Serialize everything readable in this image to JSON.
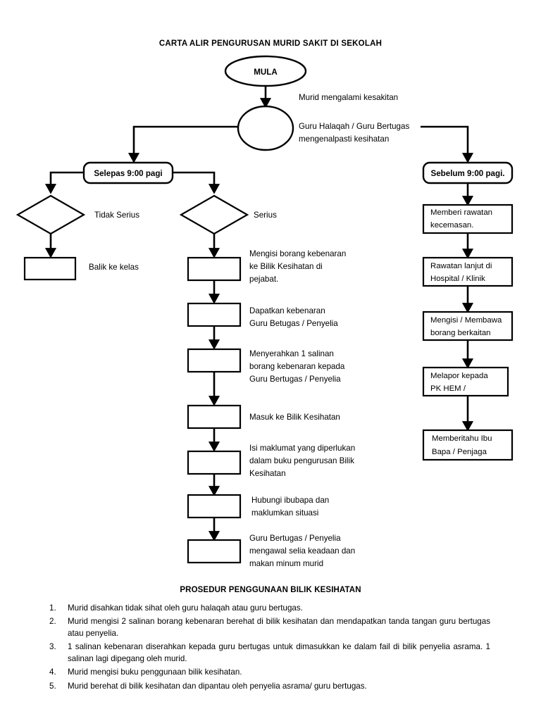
{
  "document": {
    "title": "CARTA ALIR PENGURUSAN MURID SAKIT DI SEKOLAH"
  },
  "flowchart": {
    "start": {
      "label": "MULA",
      "shape": "oval"
    },
    "process_circle": {
      "label": "",
      "shape": "circle"
    },
    "side_notes": [
      {
        "id": "note-sakit",
        "text": "Murid mengalami kesakitan"
      },
      {
        "id": "note-guru-1",
        "text": "Guru Halaqah / Guru Bertugas"
      },
      {
        "id": "note-guru-2",
        "text": "mengenalpasti kesihatan"
      }
    ],
    "branches": {
      "left": {
        "label": "Selepas 9:00 pagi",
        "shape": "rounded-rect"
      },
      "right": {
        "label": "Sebelum 9:00 pagi.",
        "shape": "rounded-rect"
      }
    },
    "decisions": [
      {
        "id": "decision-tidak-serius",
        "label": "",
        "side_label": "Tidak Serius",
        "shape": "diamond"
      },
      {
        "id": "decision-serius",
        "label": "",
        "side_label": "Serius",
        "shape": "diamond"
      }
    ],
    "left_column": [
      {
        "id": "box-balik-kelas",
        "label": "",
        "side_label_lines": [
          "Balik ke kelas"
        ],
        "shape": "rect"
      }
    ],
    "center_column": [
      {
        "id": "box-mengisi-borang",
        "label": "",
        "side_label_lines": [
          "Mengisi borang kebenaran",
          "ke Bilik Kesihatan di",
          "pejabat."
        ],
        "shape": "rect"
      },
      {
        "id": "box-dapatkan-kebenaran",
        "label": "",
        "side_label_lines": [
          "Dapatkan kebenaran",
          "Guru Betugas / Penyelia"
        ],
        "shape": "rect"
      },
      {
        "id": "box-menyerahkan-salinan",
        "label": "",
        "side_label_lines": [
          "Menyerahkan 1 salinan",
          "borang kebenaran kepada",
          "Guru Bertugas / Penyelia"
        ],
        "shape": "rect"
      },
      {
        "id": "box-masuk-bilik",
        "label": "",
        "side_label_lines": [
          "Masuk ke Bilik Kesihatan"
        ],
        "shape": "rect"
      },
      {
        "id": "box-isi-maklumat",
        "label": "",
        "side_label_lines": [
          "Isi maklumat yang diperlukan",
          "dalam buku pengurusan Bilik",
          "Kesihatan"
        ],
        "shape": "rect"
      },
      {
        "id": "box-hubungi-ibubapa",
        "label": "",
        "side_label_lines": [
          "Hubungi ibubapa dan",
          "maklumkan situasi"
        ],
        "shape": "rect"
      },
      {
        "id": "box-mengawal-selia",
        "label": "",
        "side_label_lines": [
          "Guru Bertugas / Penyelia",
          "mengawal selia keadaan dan",
          "makan minum murid"
        ],
        "shape": "rect"
      }
    ],
    "right_column": [
      {
        "id": "box-memberi-rawatan",
        "lines": [
          "Memberi rawatan",
          "kecemasan."
        ],
        "shape": "rect"
      },
      {
        "id": "box-rawatan-lanjut",
        "lines": [
          "Rawatan lanjut di",
          "Hospital / Klinik"
        ],
        "shape": "rect"
      },
      {
        "id": "box-mengisi-membawa",
        "lines": [
          "Mengisi / Membawa",
          "borang berkaitan"
        ],
        "shape": "rect"
      },
      {
        "id": "box-melapor-pk-hem",
        "lines": [
          "Melapor kepada",
          "PK HEM /"
        ],
        "shape": "rect"
      },
      {
        "id": "box-memberitahu-ibu-bapa",
        "lines": [
          "Memberitahu Ibu",
          "Bapa / Penjaga"
        ],
        "shape": "rect"
      }
    ]
  },
  "procedure": {
    "heading": "PROSEDUR PENGGUNAAN BILIK KESIHATAN",
    "items": [
      {
        "number": "1.",
        "text": "Murid disahkan tidak sihat oleh guru halaqah atau guru bertugas."
      },
      {
        "number": "2.",
        "text": "Murid mengisi 2 salinan borang kebenaran berehat di bilik kesihatan dan mendapatkan tanda tangan guru bertugas atau penyelia."
      },
      {
        "number": "3.",
        "text": "1 salinan kebenaran diserahkan kepada guru bertugas untuk dimasukkan ke dalam fail di bilik penyelia asrama. 1 salinan lagi dipegang oleh murid."
      },
      {
        "number": "4.",
        "text": "Murid mengisi buku penggunaan bilik kesihatan."
      },
      {
        "number": "5.",
        "text": "Murid berehat di bilik kesihatan dan dipantau oleh penyelia asrama/ guru bertugas."
      }
    ]
  },
  "colors": {
    "stroke": "#000000",
    "fill": "#ffffff",
    "text": "#000000"
  }
}
